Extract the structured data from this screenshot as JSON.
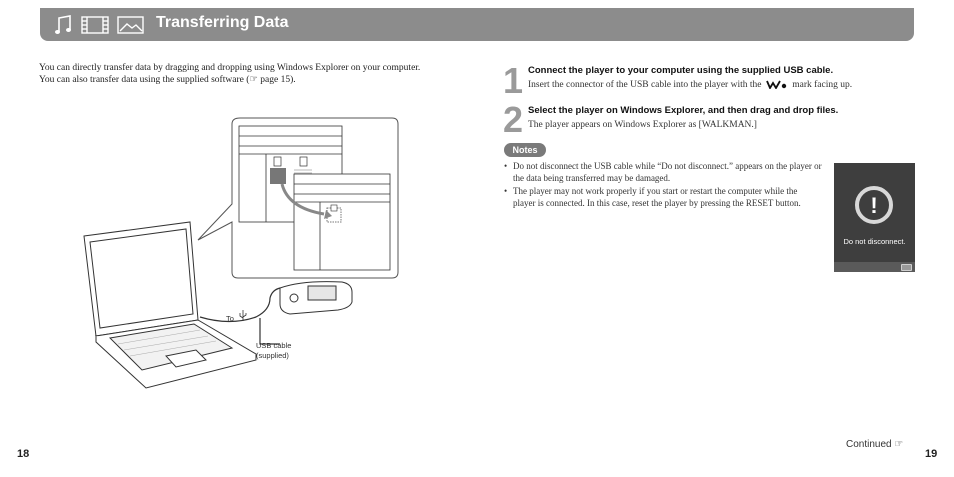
{
  "header": {
    "title": "Transferring Data",
    "icons": [
      "music-note-icon",
      "film-icon",
      "picture-icon"
    ]
  },
  "intro": {
    "line1": "You can directly transfer data by dragging and dropping using Windows Explorer on your computer.",
    "line2": "You can also transfer data using the supplied software (",
    "line2_ref": "page 15)."
  },
  "figure": {
    "to_label": "To",
    "usb_cable_label": "USB cable",
    "supplied_label": "(supplied)"
  },
  "steps": [
    {
      "number": "1",
      "title": "Connect the player to your computer using the supplied USB cable.",
      "body_before": "Insert the connector of the USB cable into the player with the",
      "body_after": "mark facing up."
    },
    {
      "number": "2",
      "title": "Select the player on Windows Explorer, and then drag and drop files.",
      "body": "The player appears on Windows Explorer as [WALKMAN.]"
    }
  ],
  "notes": {
    "label": "Notes",
    "items": [
      "Do not disconnect the USB cable while “Do not disconnect.” appears on the player or the data being transferred may be damaged.",
      "The player may not work properly if you start or restart the computer while the player is connected. In this case, reset the player by pressing the RESET button."
    ]
  },
  "device_screen": {
    "icon_symbol": "!",
    "message": "Do not disconnect."
  },
  "footer": {
    "page_left": "18",
    "page_right": "19",
    "continued": "Continued"
  }
}
